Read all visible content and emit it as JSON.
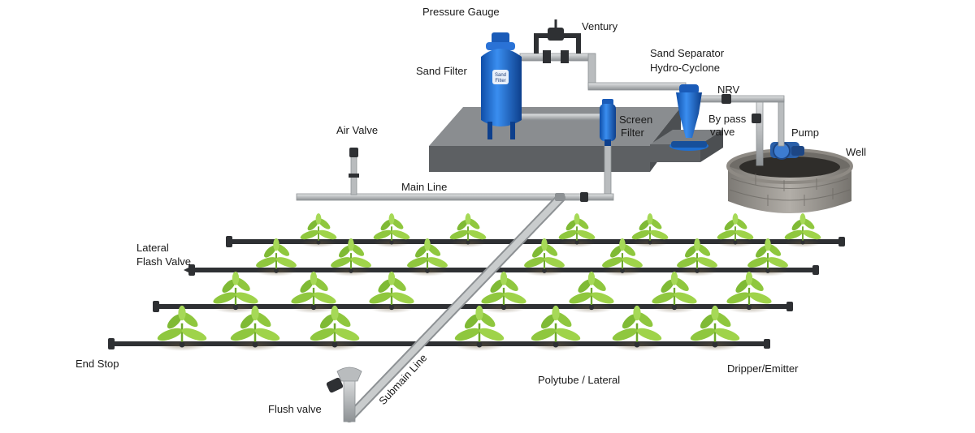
{
  "labels": {
    "pressure_gauge": "Pressure Gauge",
    "ventury": "Ventury",
    "sand_filter": "Sand Filter",
    "sand_separator_1": "Sand Separator",
    "sand_separator_2": "Hydro-Cyclone",
    "nrv": "NRV",
    "screen_filter_1": "Screen",
    "screen_filter_2": "Filter",
    "by_pass_1": "By pass",
    "by_pass_2": "valve",
    "pump": "Pump",
    "well": "Well",
    "air_valve": "Air Valve",
    "main_line": "Main Line",
    "lateral_flash_valve_1": "Lateral",
    "lateral_flash_valve_2": "Flash Valve",
    "end_stop": "End Stop",
    "submain_line": "Submain Line",
    "polytube_lateral": "Polytube / Lateral",
    "dripper_emitter": "Dripper/Emitter",
    "flush_valve": "Flush valve",
    "filter_badge_1": "Sand",
    "filter_badge_2": "Filter"
  },
  "colors": {
    "pipe": "#b9bcbe",
    "pipe_edge": "#8d9194",
    "lateral": "#2e3033",
    "filter_blue": "#1f6fd1",
    "platform_top": "#8a8d90",
    "platform_side": "#5d6063",
    "leaf": "#8fc73e",
    "leaf_dark": "#6ea82c",
    "stone": "#9a9690"
  }
}
